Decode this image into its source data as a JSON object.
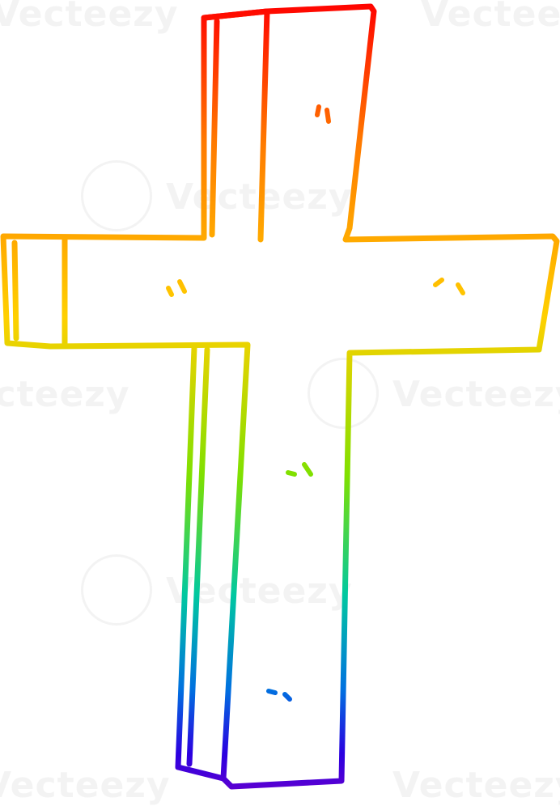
{
  "image": {
    "subject": "cross",
    "style": "rainbow-gradient-outline",
    "gradient_colors": [
      "#ff0000",
      "#ff7a00",
      "#ffd000",
      "#7fe000",
      "#00c8a0",
      "#0070e0",
      "#2a00e0",
      "#6000d0"
    ],
    "background": "#ffffff"
  },
  "watermark": {
    "text": "Vecteezy"
  }
}
